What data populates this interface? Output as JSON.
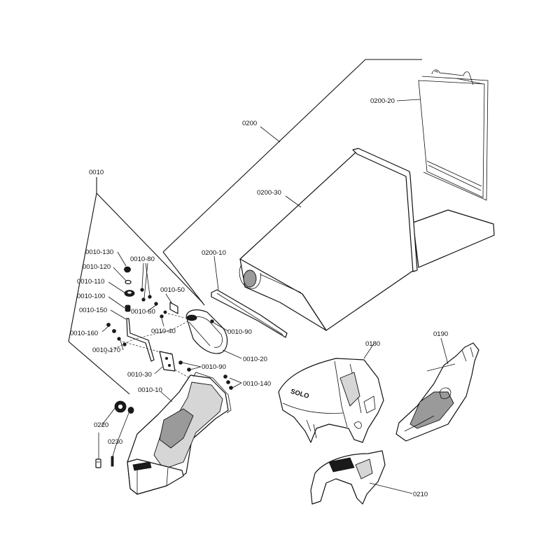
{
  "labels": {
    "grp_0010": "0010",
    "grp_0200": "0200",
    "p0200_20": "0200-20",
    "p0200_30": "0200-30",
    "p0200_10": "0200-10",
    "p0010_130": "0010-130",
    "p0010_120": "0010-120",
    "p0010_110": "0010-110",
    "p0010_100": "0010-100",
    "p0010_150": "0010-150",
    "p0010_160": "0010-160",
    "p0010_170": "0010-170",
    "p0010_80": "0010-80",
    "p0010_50": "0010-50",
    "p0010_60": "0010-60",
    "p0010_40": "0010-40",
    "p0010_90a": "0010-90",
    "p0010_90b": "0010-90",
    "p0010_20": "0010-20",
    "p0010_30": "0010-30",
    "p0010_140": "0010-140",
    "p0010_10": "0010-10",
    "p0180": "0180",
    "p0190": "0190",
    "p0210": "0210",
    "p0220": "0220",
    "p0230": "0230"
  },
  "logo_text": "SOLO"
}
